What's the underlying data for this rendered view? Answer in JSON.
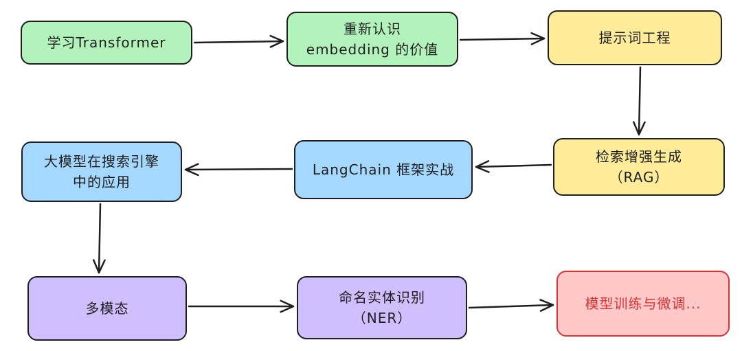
{
  "colors": {
    "green": "#b2f2bb",
    "yellow": "#ffec99",
    "blue": "#a5d8ff",
    "purple": "#d0bfff",
    "red_fill": "#ffc9c9",
    "red_text": "#e03131",
    "stroke": "#1e1e1e"
  },
  "nodes": {
    "learn_transformer": "学习Transformer",
    "embedding_value": "重新认识\nembedding 的价值",
    "prompt_engineering": "提示词工程",
    "rag": "检索增强生成\n（RAG）",
    "langchain": "LangChain 框架实战",
    "search_engine": "大模型在搜索引擎\n中的应用",
    "multimodal": "多模态",
    "ner": "命名实体识别\n（NER）",
    "finetune": "模型训练与微调..."
  },
  "edges": [
    {
      "from": "learn_transformer",
      "to": "embedding_value"
    },
    {
      "from": "embedding_value",
      "to": "prompt_engineering"
    },
    {
      "from": "prompt_engineering",
      "to": "rag"
    },
    {
      "from": "rag",
      "to": "langchain"
    },
    {
      "from": "langchain",
      "to": "search_engine"
    },
    {
      "from": "search_engine",
      "to": "multimodal"
    },
    {
      "from": "multimodal",
      "to": "ner"
    },
    {
      "from": "ner",
      "to": "finetune"
    }
  ]
}
